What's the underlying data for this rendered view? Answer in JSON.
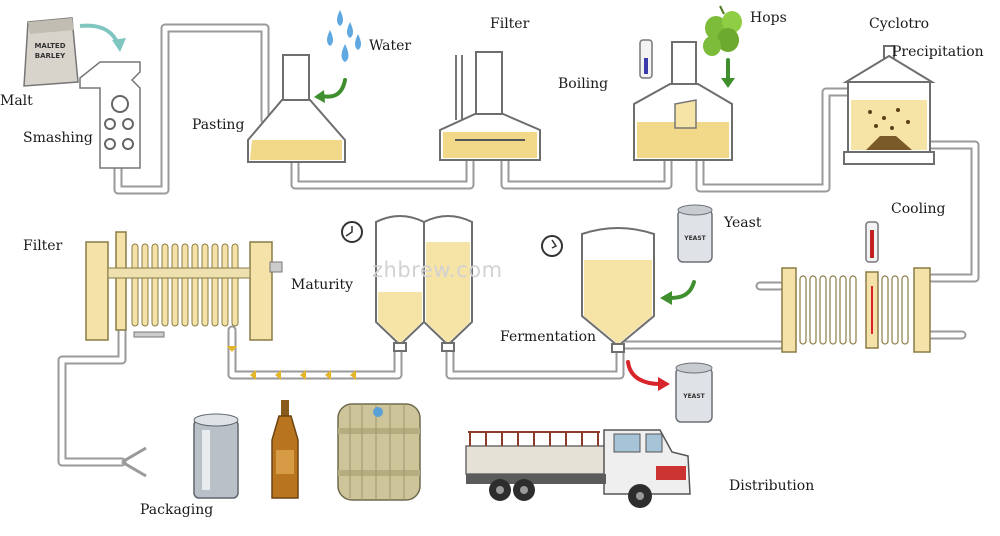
{
  "labels": {
    "malt": "Malt",
    "smashing": "Smashing",
    "pasting": "Pasting",
    "water": "Water",
    "filter_top": "Filter",
    "boiling": "Boiling",
    "hops": "Hops",
    "cyclotro": "Cyclotro",
    "precipitation": "Precipitation",
    "yeast": "Yeast",
    "cooling": "Cooling",
    "filter_left": "Filter",
    "maturity": "Maturity",
    "fermentation": "Fermentation",
    "packaging": "Packaging",
    "distribution": "Distribution"
  },
  "malt_bag_text": "MALTED BARLEY",
  "yeast_can_text": "YEAST",
  "watermark": "zhbrew.com",
  "colors": {
    "beer": "#f2d98a",
    "pipe": "#9a9a9a",
    "arrow_green": "#3f8f2e",
    "arrow_red": "#d8242b",
    "water_drop": "#5fa8e0",
    "hops_green": "#7dbb3a"
  },
  "icons": [
    "malt-bag-icon",
    "water-drops-icon",
    "hops-icon",
    "thermometer-icon",
    "clock-icon",
    "yeast-can-icon",
    "beer-can-icon",
    "beer-bottle-icon",
    "keg-icon",
    "truck-icon"
  ]
}
